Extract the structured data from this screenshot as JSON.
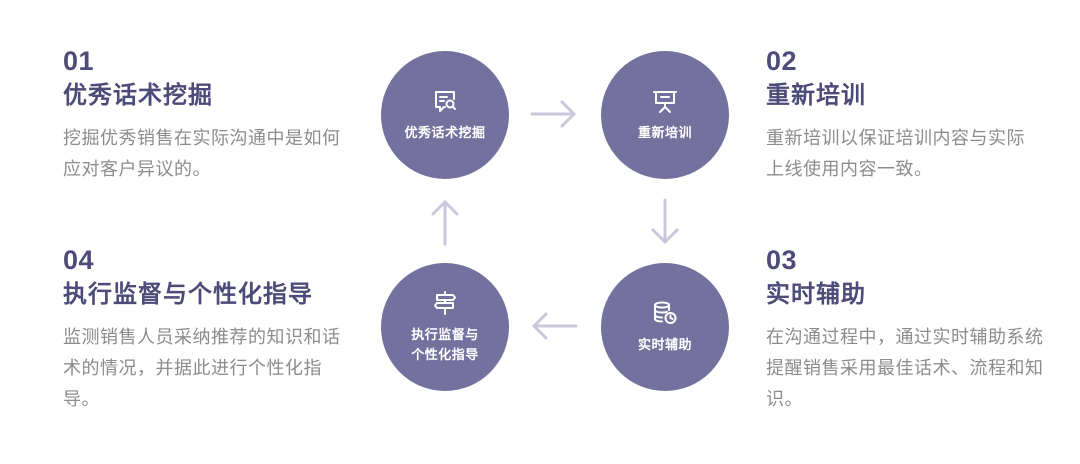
{
  "steps": [
    {
      "number": "01",
      "title": "优秀话术挖掘",
      "description": "挖掘优秀销售在实际沟通中是如何应对客户异议的。",
      "circle_label": "优秀话术挖掘",
      "icon": "message-search-icon"
    },
    {
      "number": "02",
      "title": "重新培训",
      "description": "重新培训以保证培训内容与实际上线使用内容一致。",
      "circle_label": "重新培训",
      "icon": "presentation-board-icon"
    },
    {
      "number": "03",
      "title": "实时辅助",
      "description": "在沟通过程中，通过实时辅助系统提醒销售采用最佳话术、流程和知识。",
      "circle_label": "实时辅助",
      "icon": "database-clock-icon"
    },
    {
      "number": "04",
      "title": "执行监督与个性化指导",
      "description": "监测销售人员采纳推荐的知识和话术的情况，并据此进行个性化指导。",
      "circle_label": "执行监督与个性化指导",
      "icon": "signpost-icon"
    }
  ],
  "colors": {
    "circle_fill": "#75719f",
    "heading": "#4e4b78",
    "body_text": "#8c8c8c",
    "arrow": "#c9c7dc"
  }
}
